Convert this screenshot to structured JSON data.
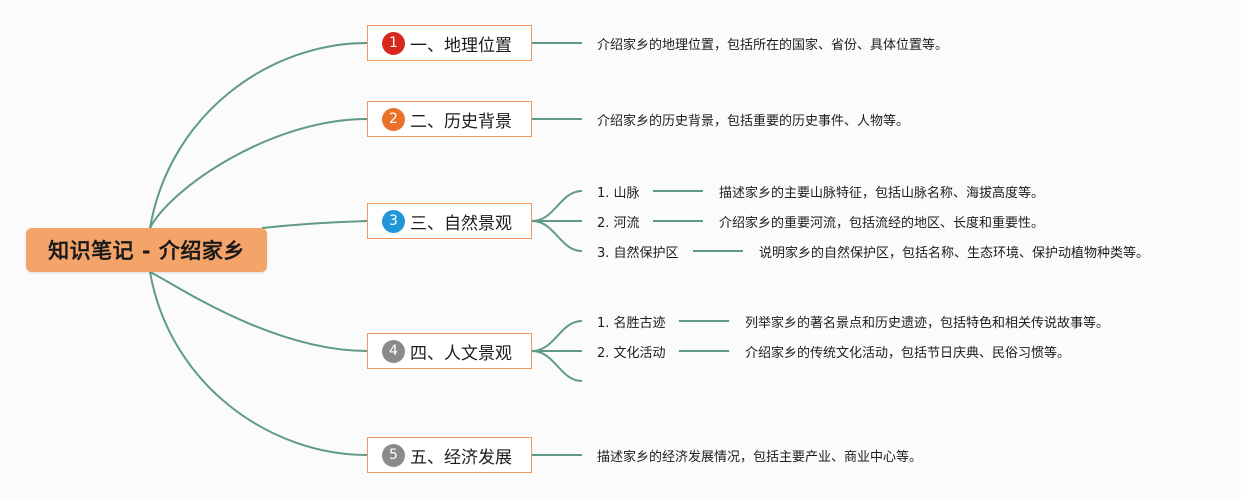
{
  "root": {
    "title": "知识笔记 - 介绍家乡"
  },
  "topics": [
    {
      "number": "1",
      "label": "一、地理位置",
      "badge_color": "#d8291c",
      "description": "介绍家乡的地理位置，包括所在的国家、省份、具体位置等。",
      "children": []
    },
    {
      "number": "2",
      "label": "二、历史背景",
      "badge_color": "#e8722a",
      "description": "介绍家乡的历史背景，包括重要的历史事件、人物等。",
      "children": []
    },
    {
      "number": "3",
      "label": "三、自然景观",
      "badge_color": "#2196d8",
      "description": "",
      "children": [
        {
          "label": "1. 山脉",
          "description": "描述家乡的主要山脉特征，包括山脉名称、海拔高度等。"
        },
        {
          "label": "2. 河流",
          "description": "介绍家乡的重要河流，包括流经的地区、长度和重要性。"
        },
        {
          "label": "3. 自然保护区",
          "description": "说明家乡的自然保护区，包括名称、生态环境、保护动植物种类等。"
        }
      ]
    },
    {
      "number": "4",
      "label": "四、人文景观",
      "badge_color": "#8a8a8a",
      "description": "",
      "children": [
        {
          "label": "1. 名胜古迹",
          "description": "列举家乡的著名景点和历史遗迹，包括特色和相关传说故事等。"
        },
        {
          "label": "2. 文化活动",
          "description": "介绍家乡的传统文化活动，包括节日庆典、民俗习惯等。"
        },
        {
          "label": "",
          "description": ""
        }
      ]
    },
    {
      "number": "5",
      "label": "五、经济发展",
      "badge_color": "#8a8a8a",
      "description": "描述家乡的经济发展情况，包括主要产业、商业中心等。",
      "children": []
    }
  ],
  "colors": {
    "connector": "#5f9a86",
    "topic_border": "#ee9a5e",
    "root_fill": "#f4a468"
  }
}
